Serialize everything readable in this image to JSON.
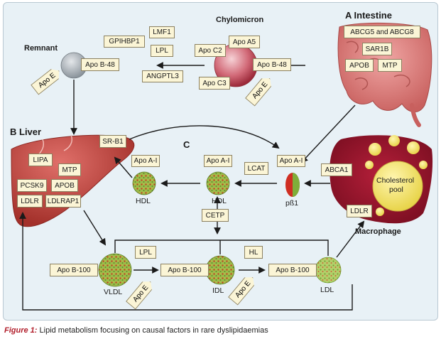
{
  "caption": {
    "figure": "Figure 1:",
    "text": " Lipid metabolism focusing on causal factors in rare dyslipidaemias"
  },
  "labels": {
    "chylomicron": "Chylomicron",
    "remnant": "Remnant",
    "intestine": "A Intestine",
    "liver": "B Liver",
    "c": "C",
    "hdl1": "HDL",
    "hdl2": "HDL",
    "pb1": "pß1",
    "vldl": "VLDL",
    "idl": "IDL",
    "ldl": "LDL",
    "macrophage": "Macrophage",
    "cholesterol": "Cholesterol",
    "pool": "pool"
  },
  "boxes": {
    "gpihbp1": "GPIHBP1",
    "lmf1": "LMF1",
    "lpl_top": "LPL",
    "angptl3": "ANGPTL3",
    "apob48_rem": "Apo B-48",
    "apob48_chylo": "Apo B-48",
    "apoc2": "Apo C2",
    "apoa5": "Apo A5",
    "apoc3": "Apo C3",
    "abcg": "ABCG5 and ABCG8",
    "sar1b": "SAR1B",
    "apob_int": "APOB",
    "mtp_int": "MTP",
    "srb1": "SR-B1",
    "lipa": "LIPA",
    "mtp_liv": "MTP",
    "pcsk9": "PCSK9",
    "apob_liv": "APOB",
    "ldlr_liv": "LDLR",
    "ldlrap1": "LDLRAP1",
    "apoa1_hdl1": "Apo A-I",
    "apoa1_hdl2": "Apo A-I",
    "apoa1_pb1": "Apo A-I",
    "lcat": "LCAT",
    "abca1": "ABCA1",
    "ldlr_mac": "LDLR",
    "cetp": "CETP",
    "lpl_mid": "LPL",
    "hl": "HL",
    "apob100_vldl": "Apo B-100",
    "apob100_idl": "Apo B-100",
    "apob100_ldl": "Apo B-100"
  },
  "tabs": {
    "apoe_rem": "Apo E",
    "apoe_chylo": "Apo E",
    "apoe_vldl": "Apo E",
    "apoe_idl": "Apo E"
  }
}
